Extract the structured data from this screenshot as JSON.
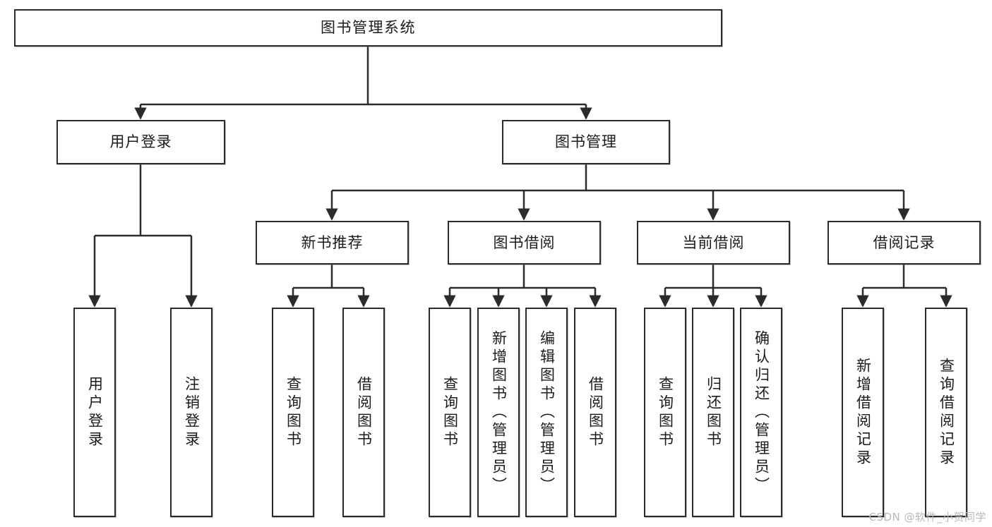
{
  "diagram": {
    "title": "图书管理系统",
    "type": "tree",
    "colors": {
      "box_border": "#2b2b2b",
      "box_fill": "#ffffff",
      "edge": "#2b2b2b",
      "text": "#1b1b1b",
      "watermark": "#b9b9b9",
      "background": "#ffffff"
    }
  },
  "watermark": {
    "text": "CSDN @软件_小贺同学"
  },
  "nodes": {
    "root": {
      "label": "图书管理系统"
    },
    "level2": [
      {
        "label": "用户登录"
      },
      {
        "label": "图书管理"
      }
    ],
    "level3": [
      {
        "label": "新书推荐"
      },
      {
        "label": "图书借阅"
      },
      {
        "label": "当前借阅"
      },
      {
        "label": "借阅记录"
      }
    ],
    "leaves": {
      "user_login": [
        {
          "label": "用户登录"
        },
        {
          "label": "注销登录"
        }
      ],
      "new_book": [
        {
          "label": "查询图书"
        },
        {
          "label": "借阅图书"
        }
      ],
      "book_borrow": [
        {
          "label": "查询图书"
        },
        {
          "label": "新增图书（管理员）"
        },
        {
          "label": "编辑图书（管理员）"
        },
        {
          "label": "借阅图书"
        }
      ],
      "current_borrow": [
        {
          "label": "查询图书"
        },
        {
          "label": "归还图书"
        },
        {
          "label": "确认归还（管理员）"
        }
      ],
      "borrow_record": [
        {
          "label": "新增借阅记录"
        },
        {
          "label": "查询借阅记录"
        }
      ]
    }
  },
  "chart_data": {
    "type": "table",
    "title": "图书管理系统 功能结构图",
    "hierarchy": [
      {
        "name": "图书管理系统",
        "children": [
          {
            "name": "用户登录",
            "children": [
              {
                "name": "用户登录"
              },
              {
                "name": "注销登录"
              }
            ]
          },
          {
            "name": "图书管理",
            "children": [
              {
                "name": "新书推荐",
                "children": [
                  {
                    "name": "查询图书"
                  },
                  {
                    "name": "借阅图书"
                  }
                ]
              },
              {
                "name": "图书借阅",
                "children": [
                  {
                    "name": "查询图书"
                  },
                  {
                    "name": "新增图书（管理员）"
                  },
                  {
                    "name": "编辑图书（管理员）"
                  },
                  {
                    "name": "借阅图书"
                  }
                ]
              },
              {
                "name": "当前借阅",
                "children": [
                  {
                    "name": "查询图书"
                  },
                  {
                    "name": "归还图书"
                  },
                  {
                    "name": "确认归还（管理员）"
                  }
                ]
              },
              {
                "name": "借阅记录",
                "children": [
                  {
                    "name": "新增借阅记录"
                  },
                  {
                    "name": "查询借阅记录"
                  }
                ]
              }
            ]
          }
        ]
      }
    ]
  }
}
